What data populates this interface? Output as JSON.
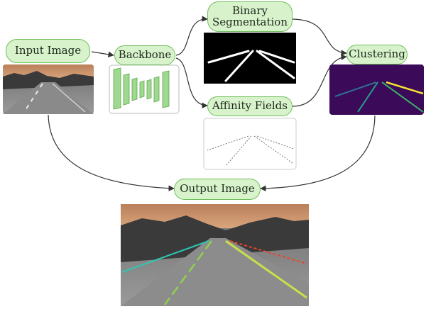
{
  "nodes": {
    "input_image": {
      "label": "Input Image"
    },
    "backbone": {
      "label": "Backbone"
    },
    "binary_segmentation": {
      "line1": "Binary",
      "line2": "Segmentation"
    },
    "affinity_fields": {
      "label": "Affinity Fields"
    },
    "clustering": {
      "label": "Clustering"
    },
    "output_image": {
      "label": "Output Image"
    }
  },
  "colors": {
    "pill_fill": "#d8f2cc",
    "pill_border": "#6fbf5c",
    "arrow": "#333333",
    "backbone_green": "#9fd88f",
    "cluster_bg": "#3b0a58",
    "lane_yellow": "#f4e233",
    "lane_teal": "#2a9f8a",
    "lane_blue": "#2f6f96",
    "lane_green": "#3fb46a",
    "sky": "#c4875f"
  }
}
